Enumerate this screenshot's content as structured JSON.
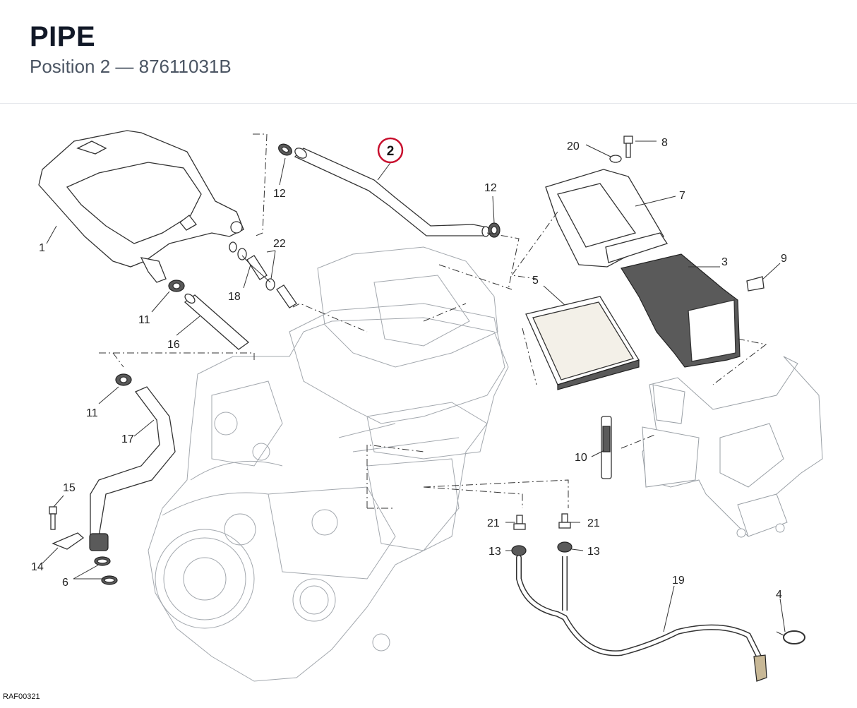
{
  "header": {
    "title": "PIPE",
    "subtitle": "Position 2 — 87611031B"
  },
  "highlight": {
    "position": "2",
    "color": "#c8102e"
  },
  "diagram_code": "RAF00321",
  "callouts": {
    "c1": "1",
    "c3": "3",
    "c4": "4",
    "c5": "5",
    "c6": "6",
    "c7": "7",
    "c8": "8",
    "c9": "9",
    "c10": "10",
    "c11a": "11",
    "c11b": "11",
    "c12a": "12",
    "c12b": "12",
    "c13a": "13",
    "c13b": "13",
    "c14": "14",
    "c15": "15",
    "c16": "16",
    "c17": "17",
    "c18": "18",
    "c19": "19",
    "c20": "20",
    "c21a": "21",
    "c21b": "21",
    "c22": "22"
  }
}
